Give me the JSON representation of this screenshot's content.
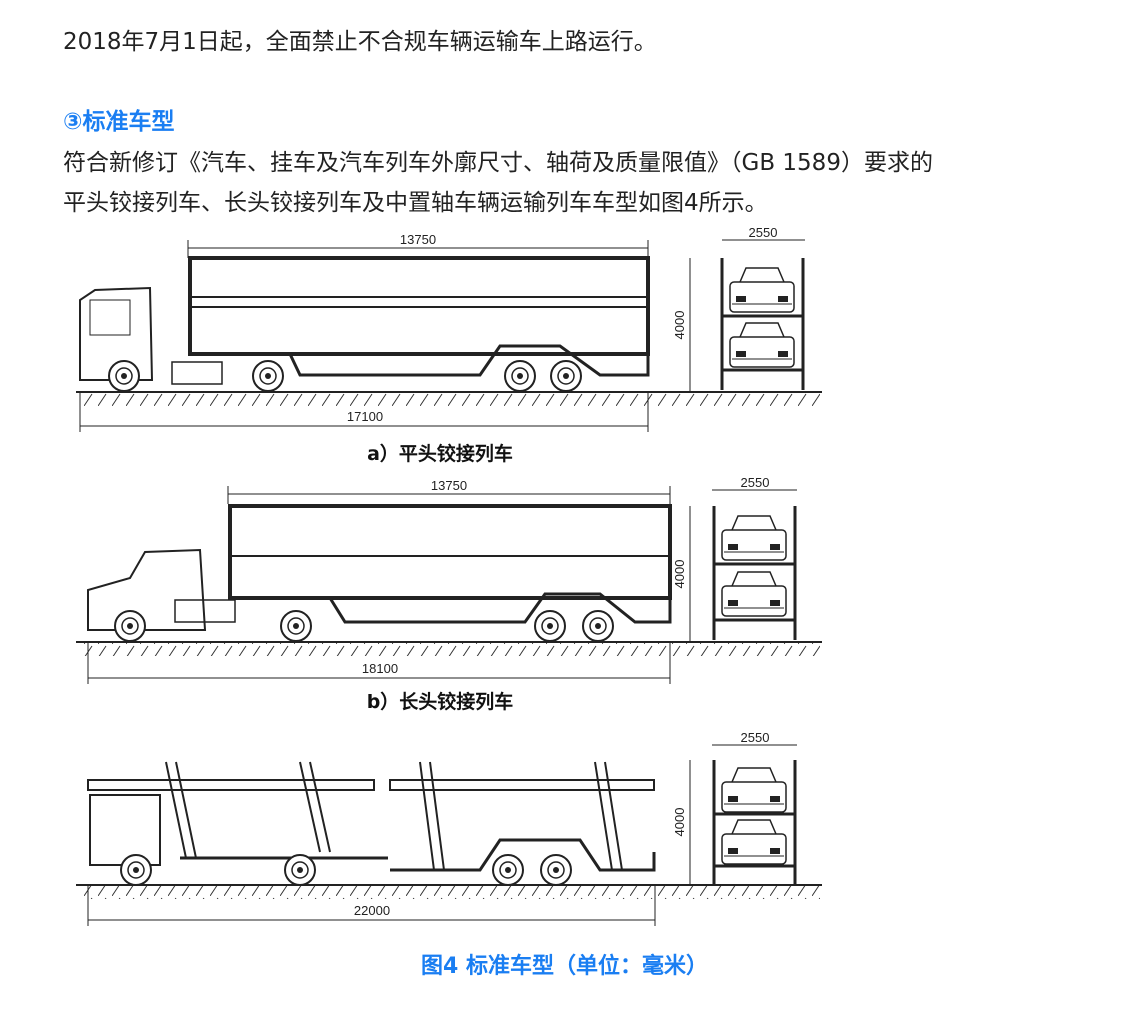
{
  "paragraph_1": "2018年7月1日起，全面禁止不合规车辆运输车上路运行。",
  "section_heading": "③标准车型",
  "paragraph_2_line_1": "符合新修订《汽车、挂车及汽车列车外廓尺寸、轴荷及质量限值》（GB 1589）要求的",
  "paragraph_2_line_2": "平头铰接列车、长头铰接列车及中置轴车辆运输列车车型如图4所示。",
  "figure": {
    "caption": "图4 标准车型（单位：毫米）",
    "accent_color": "#1a7ef2",
    "panels": [
      {
        "label": "a）平头铰接列车",
        "cargo_length": "13750",
        "total_length": "17100",
        "height": "4000",
        "width": "2550"
      },
      {
        "label": "b）长头铰接列车",
        "cargo_length": "13750",
        "total_length": "18100",
        "height": "4000",
        "width": "2550"
      },
      {
        "label": "",
        "total_length": "22000",
        "height": "4000",
        "width": "2550"
      }
    ]
  }
}
